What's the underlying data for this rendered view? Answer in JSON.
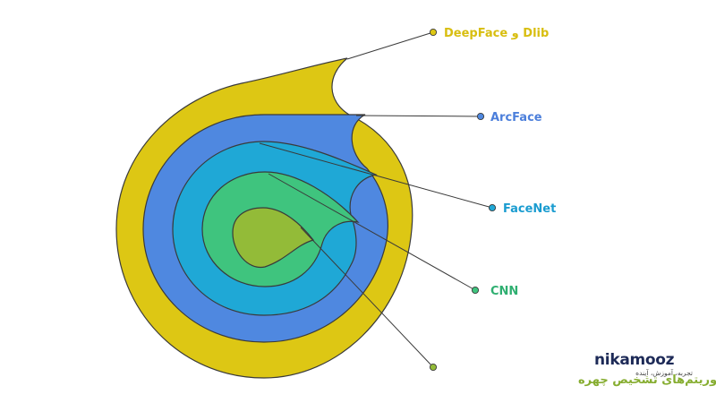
{
  "layers": [
    {
      "id": "dlib",
      "label": "DeepFace و Dlib",
      "color": "#DDC714",
      "text_color": "#D8BE10"
    },
    {
      "id": "arcface",
      "label": "ArcFace",
      "color": "#4F88E0",
      "text_color": "#4C7FDB"
    },
    {
      "id": "facenet",
      "label": "FaceNet",
      "color": "#1FA8D6",
      "text_color": "#1A9CD0"
    },
    {
      "id": "cnn",
      "label": "CNN",
      "color": "#3FC47E",
      "text_color": "#2FAF71"
    },
    {
      "id": "core",
      "label": "الگوریتم‌های تشخیص چهره",
      "color": "#93BB38",
      "text_color": "#86AD30"
    }
  ],
  "colors": {
    "outline": "#3a3a3a",
    "background": "#ffffff"
  },
  "brand": {
    "name": "nikamooz",
    "tagline": "تجربه، آموزش، آینده",
    "color": "#1d2a57"
  }
}
